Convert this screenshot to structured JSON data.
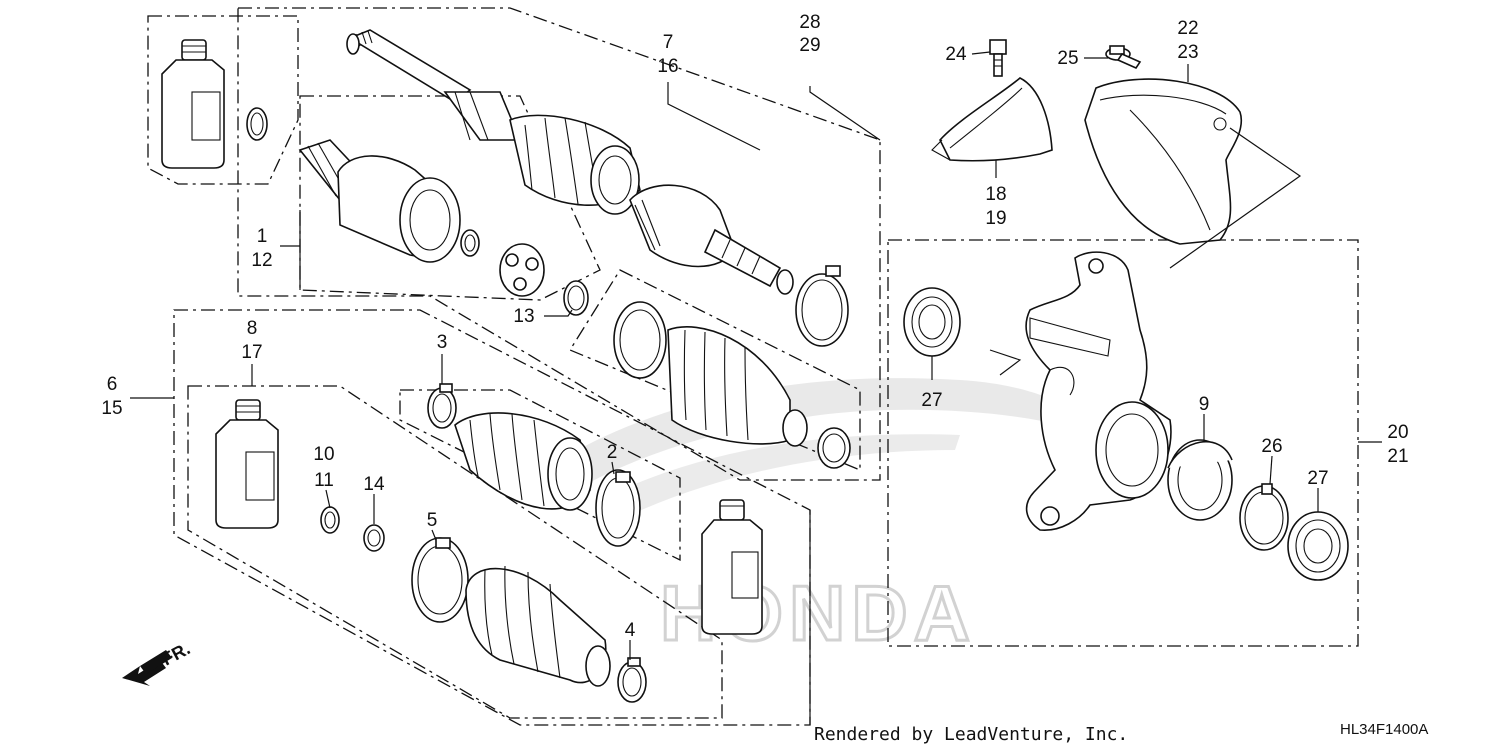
{
  "diagram": {
    "callouts": [
      {
        "id": "c-28-29",
        "lines": [
          "28",
          "29"
        ]
      },
      {
        "id": "c-7-16",
        "lines": [
          "7",
          "16"
        ]
      },
      {
        "id": "c-24",
        "lines": [
          "24"
        ]
      },
      {
        "id": "c-25",
        "lines": [
          "25"
        ]
      },
      {
        "id": "c-22-23",
        "lines": [
          "22",
          "23"
        ]
      },
      {
        "id": "c-18-19",
        "lines": [
          "18",
          "19"
        ]
      },
      {
        "id": "c-1-12",
        "lines": [
          "1",
          "12"
        ]
      },
      {
        "id": "c-13",
        "lines": [
          "13"
        ]
      },
      {
        "id": "c-8-17",
        "lines": [
          "8",
          "17"
        ]
      },
      {
        "id": "c-3",
        "lines": [
          "3"
        ]
      },
      {
        "id": "c-6-15",
        "lines": [
          "6",
          "15"
        ]
      },
      {
        "id": "c-2",
        "lines": [
          "2"
        ]
      },
      {
        "id": "c-10-11",
        "lines": [
          "10",
          "11"
        ]
      },
      {
        "id": "c-14",
        "lines": [
          "14"
        ]
      },
      {
        "id": "c-5",
        "lines": [
          "5"
        ]
      },
      {
        "id": "c-4",
        "lines": [
          "4"
        ]
      },
      {
        "id": "c-27a",
        "lines": [
          "27"
        ]
      },
      {
        "id": "c-9",
        "lines": [
          "9"
        ]
      },
      {
        "id": "c-26",
        "lines": [
          "26"
        ]
      },
      {
        "id": "c-27b",
        "lines": [
          "27"
        ]
      },
      {
        "id": "c-20-21",
        "lines": [
          "20",
          "21"
        ]
      }
    ],
    "front_arrow_label": "FR.",
    "footer_credit": "Rendered by LeadVenture, Inc.",
    "diagram_code": "HL34F1400A",
    "watermark_text": "HONDA"
  }
}
